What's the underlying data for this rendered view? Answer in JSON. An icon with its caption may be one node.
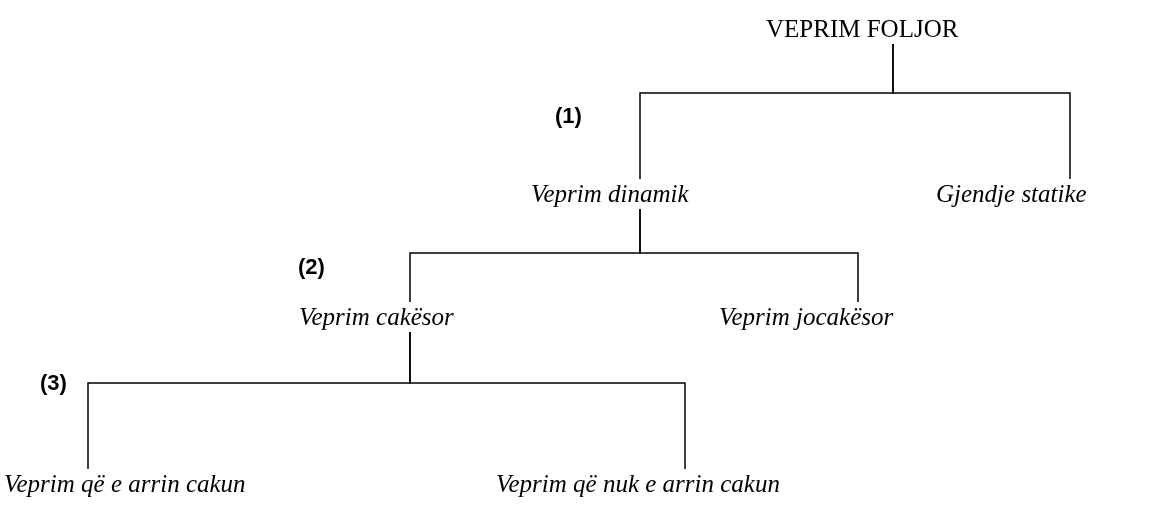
{
  "diagram": {
    "nodes": [
      {
        "text": [
          "VEPRIM FOLJOR"
        ]
      },
      {
        "text": [
          "Veprim dinamik"
        ]
      },
      {
        "text": [
          "Gjendje statike"
        ]
      },
      {
        "text": [
          "Veprim cakësor"
        ]
      },
      {
        "text": [
          "Veprim jocakësor"
        ]
      },
      {
        "text": [
          "Veprim që e arrin cakun"
        ]
      },
      {
        "text": [
          "Veprim që nuk e arrin cakun"
        ]
      }
    ],
    "edges": [
      {
        "from": 0,
        "to": 1,
        "arrow": "none"
      },
      {
        "from": 0,
        "to": 2,
        "arrow": "none"
      },
      {
        "from": 1,
        "to": 3,
        "arrow": "none"
      },
      {
        "from": 1,
        "to": 4,
        "arrow": "none"
      },
      {
        "from": 3,
        "to": 5,
        "arrow": "none"
      },
      {
        "from": 3,
        "to": 6,
        "arrow": "none"
      }
    ],
    "labels": [
      "(1)",
      "(2)",
      "(3)"
    ]
  }
}
